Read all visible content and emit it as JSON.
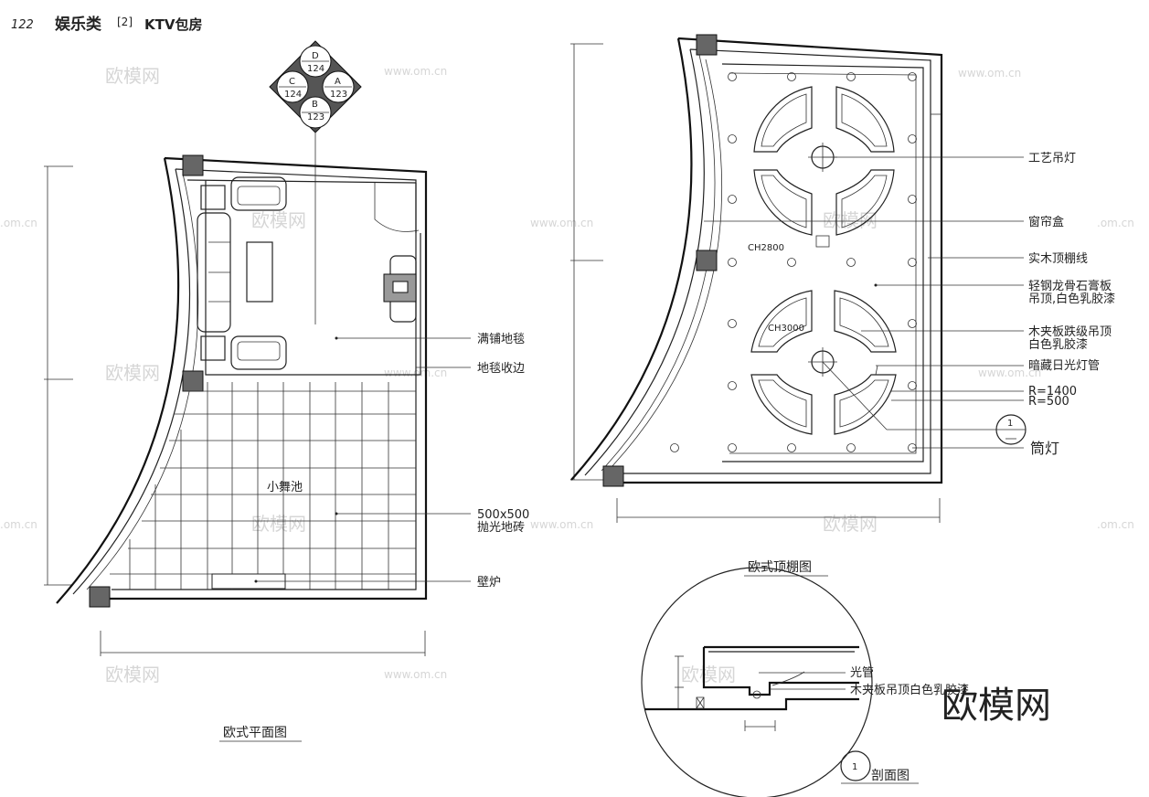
{
  "header": {
    "page_number": "122",
    "title": "娱乐类",
    "tag": "[2]",
    "subtitle": "KTV包房"
  },
  "compass": {
    "top": "D",
    "left": "C",
    "right": "A",
    "bottom": "B",
    "top_num": "124",
    "left_num": "124",
    "right_num": "123",
    "bottom_num": "123"
  },
  "plan": {
    "title": "欧式平面图",
    "labels": {
      "carpet": "满铺地毯",
      "carpet_edge": "地毯收边",
      "dance_floor": "小舞池",
      "tile_line1": "500x500",
      "tile_line2": "抛光地砖",
      "fireplace": "壁炉"
    }
  },
  "ceiling": {
    "title": "欧式顶棚图",
    "labels": {
      "chandelier": "工艺吊灯",
      "curtain_box": "窗帘盒",
      "wood_line": "实木顶棚线",
      "gypsum_line1": "轻钢龙骨石膏板",
      "gypsum_line2": "吊顶,白色乳胶漆",
      "plywood_line1": "木夹板跌级吊顶",
      "plywood_line2": "白色乳胶漆",
      "fluorescent": "暗藏日光灯管",
      "r1400": "R=1400",
      "r500": "R=500",
      "downlight": "筒灯",
      "ch2800": "CH2800",
      "ch3000": "CH3000",
      "callout": "1"
    }
  },
  "section": {
    "title": "剖面图",
    "callout": "1",
    "labels": {
      "light_tube": "光管",
      "plywood": "木夹板吊顶白色乳胶漆"
    }
  },
  "watermark": {
    "brand": "欧模网",
    "url": "www.om.cn",
    "url_short": ".om.cn"
  }
}
